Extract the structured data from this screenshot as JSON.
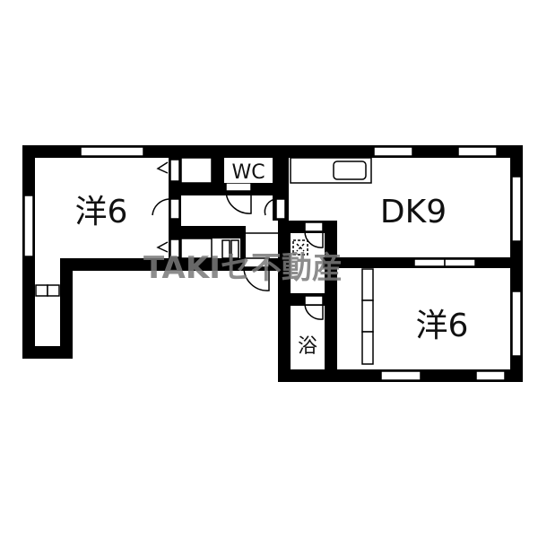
{
  "floorplan": {
    "rooms": [
      {
        "id": "western-room-1",
        "label": "洋6",
        "type": "western-style room",
        "size_jo": 6
      },
      {
        "id": "dining-kitchen",
        "label": "DK9",
        "type": "dining kitchen",
        "size_jo": 9
      },
      {
        "id": "western-room-2",
        "label": "洋6",
        "type": "western-style room",
        "size_jo": 6
      },
      {
        "id": "toilet",
        "label": "WC",
        "type": "toilet"
      },
      {
        "id": "bathroom",
        "label": "浴",
        "type": "bath"
      }
    ],
    "fixtures": [
      "kitchen-sink",
      "washing-machine-space",
      "closets",
      "balcony"
    ],
    "watermark": "TAKIセ不動産",
    "colors": {
      "wall": "#000000",
      "background": "#ffffff",
      "watermark": "#7a7a7a"
    }
  }
}
